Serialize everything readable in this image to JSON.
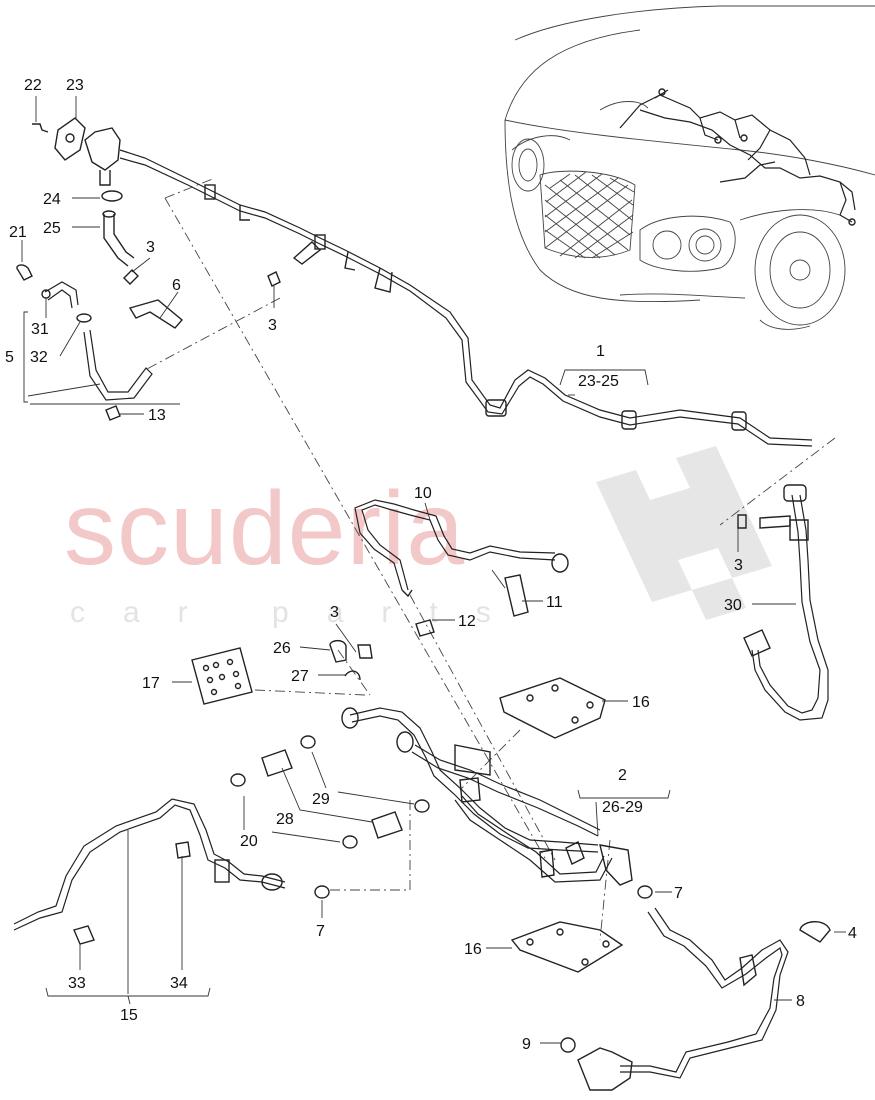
{
  "watermark": {
    "main": "scuderia",
    "sub": "car parts"
  },
  "callouts": {
    "c1": "1",
    "c1_range": "23-25",
    "c2": "2",
    "c2_range": "26-29",
    "c3a": "3",
    "c3b": "3",
    "c3c": "3",
    "c3d": "3",
    "c4": "4",
    "c5": "5",
    "c6": "6",
    "c7a": "7",
    "c7b": "7",
    "c8": "8",
    "c9": "9",
    "c10": "10",
    "c11": "11",
    "c12": "12",
    "c13": "13",
    "c15": "15",
    "c16a": "16",
    "c16b": "16",
    "c17": "17",
    "c20": "20",
    "c21": "21",
    "c22": "22",
    "c23": "23",
    "c24": "24",
    "c25": "25",
    "c26": "26",
    "c27": "27",
    "c28": "28",
    "c29": "29",
    "c30": "30",
    "c31": "31",
    "c32": "32",
    "c33": "33",
    "c34": "34"
  },
  "colors": {
    "line": "#222222",
    "watermark_red": "#f3c8c8",
    "watermark_grey": "#e3e3e3",
    "checker": "#e6e6e6"
  }
}
